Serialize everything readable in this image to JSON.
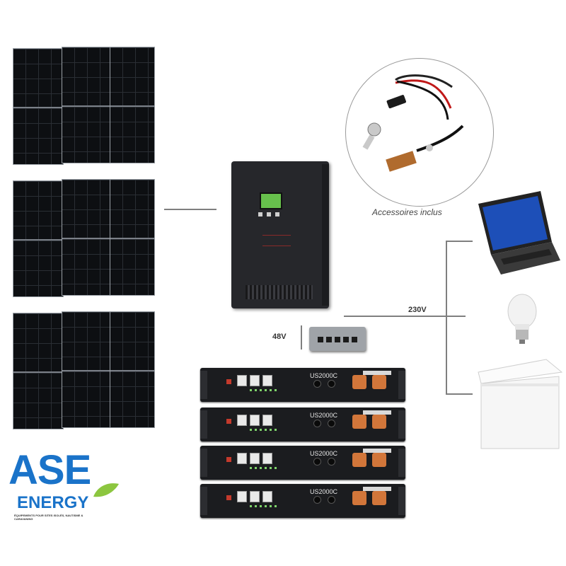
{
  "labels": {
    "accessories": "Accessoires inclus",
    "voltage_ac": "230V",
    "voltage_dc": "48V"
  },
  "battery": {
    "model": "US2000C"
  },
  "brand": {
    "name_top": "ASE",
    "name_bottom": "ENERGY",
    "tagline": "ÉQUIPEMENTS POUR SITES ISOLÉS, NAUTISME & CARAVANING",
    "primary_color": "#1a73c9",
    "leaf_color": "#8cc63f"
  },
  "colors": {
    "line": "#7f7f7f",
    "inverter": "#26272b",
    "screen": "#67c14c",
    "terminal": "#d2763a"
  }
}
